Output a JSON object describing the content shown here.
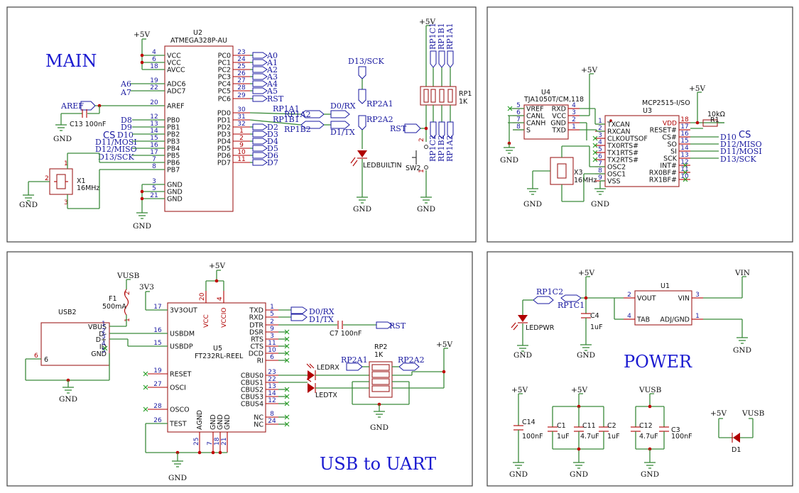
{
  "sections": {
    "main": "MAIN",
    "usb": "USB to UART",
    "power": "POWER"
  },
  "power_labels": {
    "p5v": "+5V",
    "gnd": "GND",
    "vusb": "VUSB",
    "v3v3": "3V3",
    "vin": "VIN"
  },
  "u2": {
    "ref": "U2",
    "value": "ATMEGA328P-AU",
    "left_pins": [
      {
        "num": "4",
        "name": "VCC"
      },
      {
        "num": "6",
        "name": "VCC"
      },
      {
        "num": "18",
        "name": "AVCC"
      },
      {
        "num": "19",
        "name": "ADC6"
      },
      {
        "num": "22",
        "name": "ADC7"
      },
      {
        "num": "20",
        "name": "AREF"
      },
      {
        "num": "12",
        "name": "PB0"
      },
      {
        "num": "13",
        "name": "PB1"
      },
      {
        "num": "14",
        "name": "PB2"
      },
      {
        "num": "15",
        "name": "PB3"
      },
      {
        "num": "16",
        "name": "PB4"
      },
      {
        "num": "17",
        "name": "PB5"
      },
      {
        "num": "7",
        "name": "PB6"
      },
      {
        "num": "8",
        "name": "PB7"
      },
      {
        "num": "3",
        "name": "GND"
      },
      {
        "num": "5",
        "name": "GND"
      },
      {
        "num": "21",
        "name": "GND"
      }
    ],
    "right_pins": [
      {
        "num": "23",
        "name": "PC0",
        "net": "A0"
      },
      {
        "num": "24",
        "name": "PC1",
        "net": "A1"
      },
      {
        "num": "25",
        "name": "PC2",
        "net": "A2"
      },
      {
        "num": "26",
        "name": "PC3",
        "net": "A3"
      },
      {
        "num": "27",
        "name": "PC4",
        "net": "A4"
      },
      {
        "num": "28",
        "name": "PC5",
        "net": "A5"
      },
      {
        "num": "29",
        "name": "PC6",
        "net": "RST"
      },
      {
        "num": "30",
        "name": "PD0",
        "net": "RP1A1"
      },
      {
        "num": "31",
        "name": "PD1",
        "net": "RP1B1"
      },
      {
        "num": "32",
        "name": "PD2",
        "net": "D2"
      },
      {
        "num": "1",
        "name": "PD3",
        "net": "D3"
      },
      {
        "num": "2",
        "name": "PD4",
        "net": "D4"
      },
      {
        "num": "9",
        "name": "PD5",
        "net": "D5"
      },
      {
        "num": "10",
        "name": "PD6",
        "net": "D6"
      },
      {
        "num": "11",
        "name": "PD7",
        "net": "D7"
      }
    ],
    "adc_nets": [
      "A6",
      "A7"
    ],
    "aref_net": "AREF",
    "pb_nets": [
      "D8",
      "D9",
      "D10",
      "D11/MOSI",
      "D12/MISO",
      "D13/SCK"
    ],
    "cs_label": "CS"
  },
  "main_parts": {
    "c13": {
      "ref": "C13",
      "value": "100nF"
    },
    "x1": {
      "ref": "X1",
      "value": "16MHz",
      "pins": [
        "1",
        "2",
        "3"
      ]
    },
    "rp1": {
      "ref": "RP1",
      "value": "1K"
    },
    "rp1_top": [
      "RP1C1",
      "RP1B1",
      "RP1A1"
    ],
    "rp1_bottom": [
      "RP1C2",
      "RP1B2",
      "RP1A2"
    ],
    "rp1a2_net": "RP1A2",
    "rp1b2_net": "RP1B2",
    "d0rx": "D0/RX",
    "d1tx": "D1/TX",
    "led": {
      "d13": "D13/SCK",
      "rp2a1": "RP2A1",
      "rp2a2": "RP2A2",
      "name": "LEDBUILTIN"
    },
    "sw2": {
      "ref": "SW2",
      "net": "RST",
      "pins": [
        "2",
        "1"
      ]
    }
  },
  "can": {
    "u4": {
      "ref": "U4",
      "value": "TJA1050T/CM,118",
      "left_pins": [
        {
          "num": "5",
          "name": "VREF"
        },
        {
          "num": "6",
          "name": "CANL"
        },
        {
          "num": "7",
          "name": "CANH"
        },
        {
          "num": "8",
          "name": "S"
        }
      ],
      "right_pins": [
        {
          "num": "4",
          "name": "RXD"
        },
        {
          "num": "3",
          "name": "VCC"
        },
        {
          "num": "2",
          "name": "GND"
        },
        {
          "num": "1",
          "name": "TXD"
        }
      ]
    },
    "u3": {
      "ref": "U3",
      "value": "MCP2515-I/SO",
      "left_pins": [
        {
          "num": "1",
          "name": "TXCAN"
        },
        {
          "num": "2",
          "name": "RXCAN"
        },
        {
          "num": "3",
          "name": "CLKOUTSOF"
        },
        {
          "num": "4",
          "name": "TX0RTS#"
        },
        {
          "num": "5",
          "name": "TX1RTS#"
        },
        {
          "num": "6",
          "name": "TX2RTS#"
        },
        {
          "num": "7",
          "name": "OSC2"
        },
        {
          "num": "8",
          "name": "OSC1"
        },
        {
          "num": "9",
          "name": "VSS"
        }
      ],
      "right_pins": [
        {
          "num": "18",
          "name": "VDD"
        },
        {
          "num": "17",
          "name": "RESET#"
        },
        {
          "num": "16",
          "name": "CS#"
        },
        {
          "num": "15",
          "name": "SO"
        },
        {
          "num": "14",
          "name": "SI"
        },
        {
          "num": "13",
          "name": "SCK"
        },
        {
          "num": "12",
          "name": "INT#"
        },
        {
          "num": "11",
          "name": "RX0BF#"
        },
        {
          "num": "10",
          "name": "RX1BF#"
        }
      ],
      "nets": [
        "D10",
        "D12/MISO",
        "D11/MOSI",
        "D13/SCK"
      ]
    },
    "r1": {
      "ref": "R1",
      "value": "10kΩ"
    },
    "x3": {
      "ref": "X3",
      "value": "16MHz"
    },
    "cs_label": "CS"
  },
  "usb": {
    "f1": {
      "ref": "F1",
      "value": "500mA",
      "pins": [
        "1",
        "2"
      ]
    },
    "usb2": {
      "ref": "USB2",
      "pins": [
        {
          "num": "1",
          "name": "VBUS"
        },
        {
          "num": "2",
          "name": "D-"
        },
        {
          "num": "3",
          "name": "D+"
        },
        {
          "num": "4",
          "name": "ID"
        },
        {
          "num": "5",
          "name": "GND"
        }
      ],
      "shield": "6",
      "shield_label": "6"
    },
    "u5": {
      "ref": "U5",
      "value": "FT232RL-REEL",
      "left_pins": [
        {
          "num": "17",
          "name": "3V3OUT"
        },
        {
          "num": "16",
          "name": "USBDM"
        },
        {
          "num": "15",
          "name": "USBDP"
        },
        {
          "num": "19",
          "name": "RESET"
        },
        {
          "num": "27",
          "name": "OSCI"
        },
        {
          "num": "28",
          "name": "OSCO"
        },
        {
          "num": "26",
          "name": "TEST"
        }
      ],
      "top_pins": [
        {
          "num": "20",
          "name": "VCC"
        },
        {
          "num": "4",
          "name": "VCCIO"
        }
      ],
      "right_pins": [
        {
          "num": "1",
          "name": "TXD"
        },
        {
          "num": "5",
          "name": "RXD"
        },
        {
          "num": "2",
          "name": "DTR"
        },
        {
          "num": "9",
          "name": "DSR"
        },
        {
          "num": "3",
          "name": "RTS"
        },
        {
          "num": "11",
          "name": "CTS"
        },
        {
          "num": "10",
          "name": "DCD"
        },
        {
          "num": "6",
          "name": "RI"
        },
        {
          "num": "23",
          "name": "CBUS0"
        },
        {
          "num": "22",
          "name": "CBUS1"
        },
        {
          "num": "13",
          "name": "CBUS2"
        },
        {
          "num": "14",
          "name": "CBUS3"
        },
        {
          "num": "12",
          "name": "CBUS4"
        },
        {
          "num": "8",
          "name": "NC"
        },
        {
          "num": "24",
          "name": "NC"
        }
      ],
      "bottom_pins": [
        {
          "num": "25",
          "name": "AGND"
        },
        {
          "num": "7",
          "name": "GND"
        },
        {
          "num": "18",
          "name": "GND"
        },
        {
          "num": "21",
          "name": "GND"
        }
      ]
    },
    "c7": {
      "ref": "C7",
      "value": "100nF"
    },
    "nets": {
      "d0rx": "D0/RX",
      "d1tx": "D1/TX",
      "rst": "RST",
      "rp2a1": "RP2A1",
      "rp2a2": "RP2A2"
    },
    "rp2": {
      "ref": "RP2",
      "value": "1K"
    },
    "ledrx": "LEDRX",
    "ledtx": "LEDTX"
  },
  "power": {
    "rp1c2": "RP1C2",
    "rp1c1": "RP1C1",
    "ledpwr": "LEDPWR",
    "c4": {
      "ref": "C4",
      "value": "1uF"
    },
    "u1": {
      "ref": "U1",
      "pins": [
        {
          "num": "2",
          "name": "VOUT"
        },
        {
          "num": "4",
          "name": "TAB"
        },
        {
          "num": "3",
          "name": "VIN"
        },
        {
          "num": "1",
          "name": "ADJ/GND"
        }
      ]
    },
    "c14": {
      "ref": "C14",
      "value": "100nF"
    },
    "c1": {
      "ref": "C1",
      "value": "1uF"
    },
    "c11": {
      "ref": "C11",
      "value": "4.7uF"
    },
    "c2": {
      "ref": "C2",
      "value": "1uF"
    },
    "c12": {
      "ref": "C12",
      "value": "4.7uF"
    },
    "c3": {
      "ref": "C3",
      "value": "100nF"
    },
    "d1": {
      "ref": "D1"
    }
  }
}
